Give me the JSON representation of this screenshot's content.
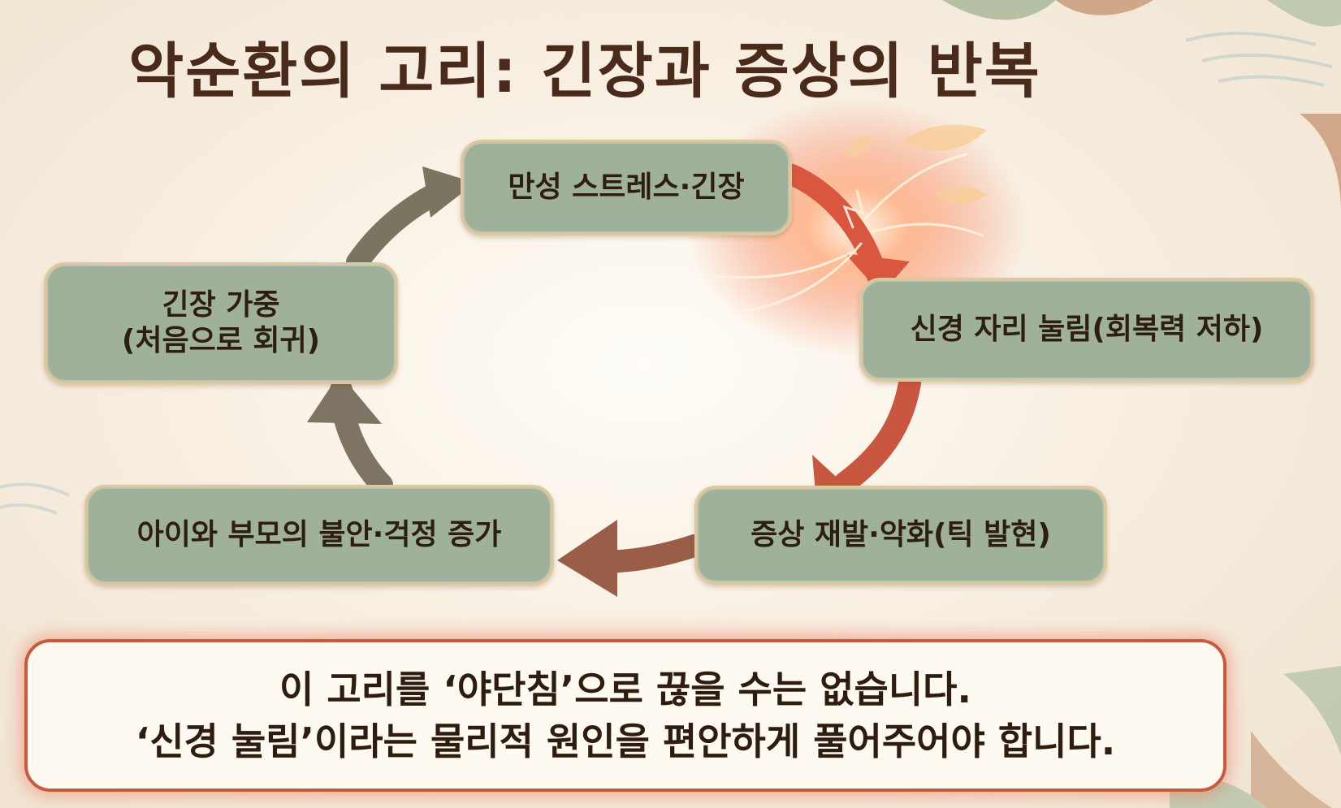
{
  "title": "악순환의 고리: 긴장과 증상의 반복",
  "cycle": {
    "nodes": [
      {
        "id": "top",
        "label": "만성 스트레스·긴장"
      },
      {
        "id": "right",
        "label": "신경 자리 눌림(회복력 저하)"
      },
      {
        "id": "bottom_right",
        "label": "증상 재발·악화(틱 발현)"
      },
      {
        "id": "bottom_left",
        "label": "아이와 부모의 불안·걱정 증가"
      },
      {
        "id": "left",
        "label": "긴장 가중\n(처음으로 회귀)"
      }
    ]
  },
  "callout": {
    "line1": "이 고리를 ‘야단침’으로 끊을 수는 없습니다.",
    "line2": "‘신경 눌림’이라는 물리적 원인을 편안하게 풀어주어야 합니다."
  }
}
